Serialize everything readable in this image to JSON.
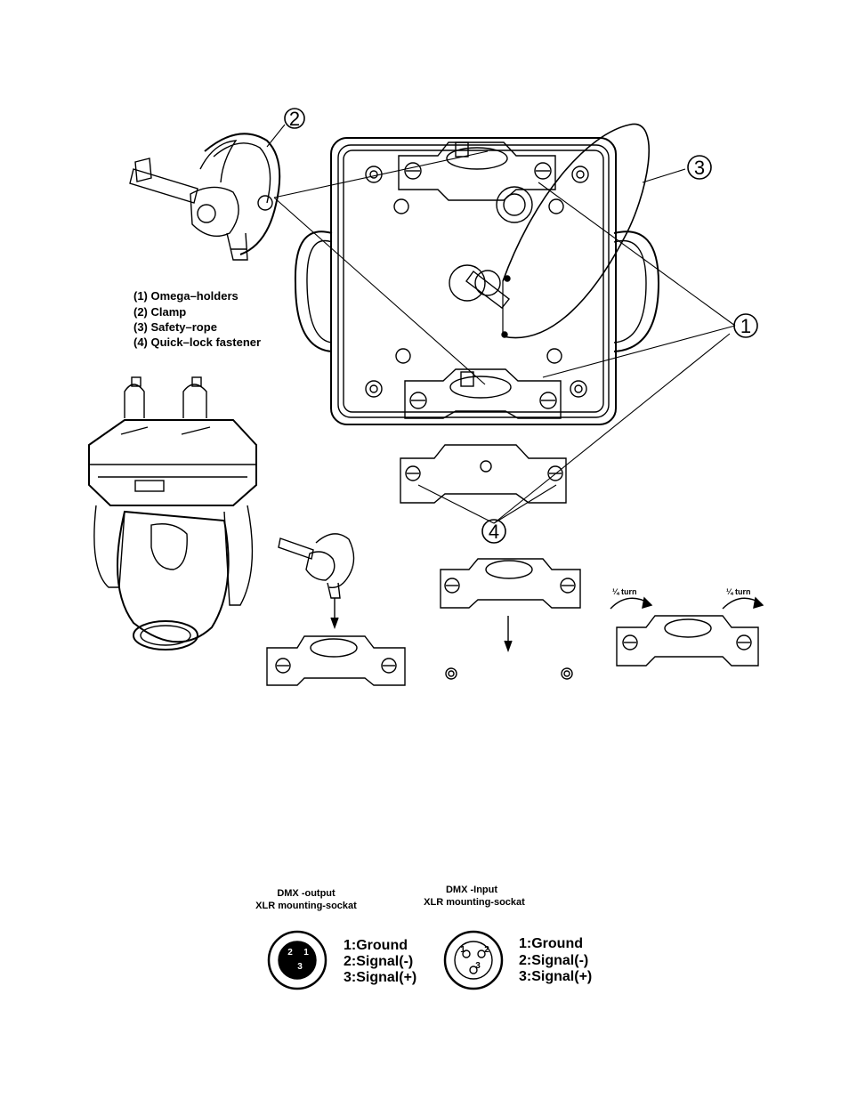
{
  "legend": {
    "items": [
      "(1)  Omega–holders",
      "(2)  Clamp",
      "(3)  Safety–rope",
      "(4)  Quick–lock fastener"
    ]
  },
  "callouts": {
    "omega": "1",
    "clamp": "2",
    "rope": "3",
    "fastener": "4"
  },
  "turn_label": "¼ turn",
  "dmx_output": {
    "title": "DMX -output",
    "subtitle": "XLR mounting-sockat",
    "pins": [
      "1:Ground",
      "2:Signal(-)",
      "3:Signal(+)"
    ],
    "pin_numbers": [
      "1",
      "2",
      "3"
    ]
  },
  "dmx_input": {
    "title": "DMX -Input",
    "subtitle": "XLR mounting-sockat",
    "pins": [
      "1:Ground",
      "2:Signal(-)",
      "3:Signal(+)"
    ],
    "pin_numbers": [
      "1",
      "2",
      "3"
    ]
  }
}
